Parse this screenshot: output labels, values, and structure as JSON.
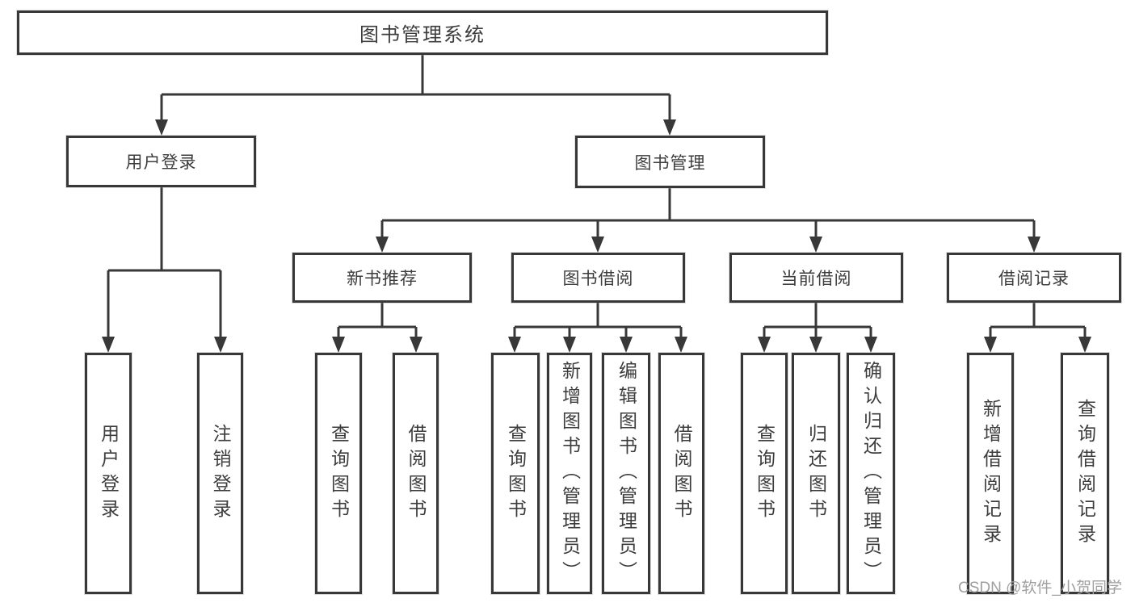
{
  "diagram": {
    "root": {
      "label": "图书管理系统"
    },
    "branches": [
      {
        "label": "用户登录",
        "children": [
          {
            "label": "用户登录"
          },
          {
            "label": "注销登录"
          }
        ]
      },
      {
        "label": "图书管理",
        "children": [
          {
            "label": "新书推荐",
            "children": [
              {
                "label": "查询图书"
              },
              {
                "label": "借阅图书"
              }
            ]
          },
          {
            "label": "图书借阅",
            "children": [
              {
                "label": "查询图书"
              },
              {
                "label": "新增图书（管理员）"
              },
              {
                "label": "编辑图书（管理员）"
              },
              {
                "label": "借阅图书"
              }
            ]
          },
          {
            "label": "当前借阅",
            "children": [
              {
                "label": "查询图书"
              },
              {
                "label": "归还图书"
              },
              {
                "label": "确认归还（管理员）"
              }
            ]
          },
          {
            "label": "借阅记录",
            "children": [
              {
                "label": "新增借阅记录"
              },
              {
                "label": "查询借阅记录"
              }
            ]
          }
        ]
      }
    ],
    "colors": {
      "line": "#383838",
      "text": "#3d3d3d",
      "watermark": "#a0a0a0"
    },
    "watermark": "CSDN @软件_小贺同学"
  }
}
